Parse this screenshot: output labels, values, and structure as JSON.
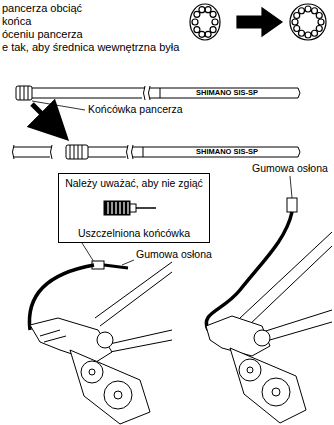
{
  "diagram": {
    "nodes": [
      {
        "text": [
          "Należy uważać, aby nie zgiąć",
          "Uszczelniona końcówka"
        ]
      }
    ],
    "labels": [
      "pancerza obciąć",
      "końca",
      "óceniu pancerza",
      "e tak, aby średnica wewnętrzna była",
      "SHIMANO SIS-SP",
      "Końcówka pancerza",
      "SHIMANO SIS-SP",
      "Gumowa osłona",
      "Gumowa osłona"
    ]
  }
}
